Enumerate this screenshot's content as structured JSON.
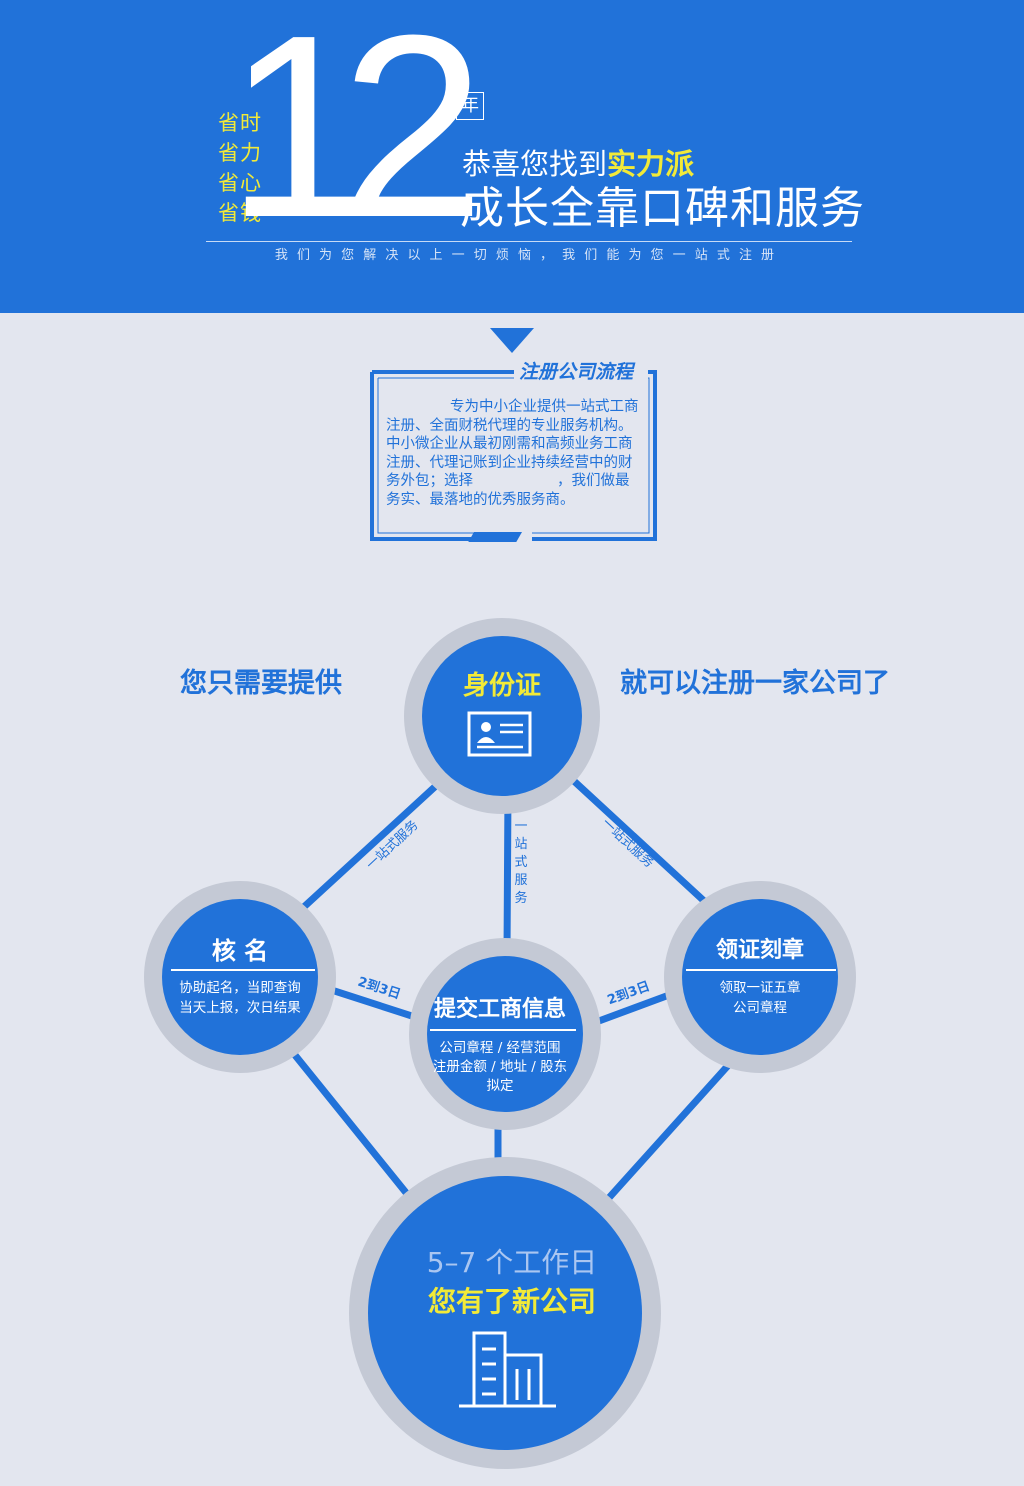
{
  "hero": {
    "side_words": [
      "省时",
      "省力",
      "省心",
      "省钱"
    ],
    "number": "12",
    "unit": "年",
    "tagline_prefix": "恭喜您找到",
    "tagline_highlight": "实力派",
    "headline": "成长全靠口碑和服务",
    "subline": "我们为您解决以上一切烦恼，我们能为您一站式注册"
  },
  "intro": {
    "title": "注册公司流程",
    "text_before": "专为中小企业提供一站式工商注册、全面财税代理的专业服务机构。中小微企业从最初刚需和高频业务工商注册、代理记账到企业持续经营中的财务外包；选择",
    "text_after": "，我们做最务实、最落地的优秀服务商。"
  },
  "diagram": {
    "lead_left": "您只需要提供",
    "lead_right": "就可以注册一家公司了",
    "id_node": {
      "title": "身份证",
      "icon": "id-card-icon"
    },
    "name_node": {
      "title": "核 名",
      "lines": [
        "协助起名，当即查询",
        "当天上报，次日结果"
      ]
    },
    "submit_node": {
      "title": "提交工商信息",
      "lines": [
        "公司章程 / 经营范围",
        "注册金额 / 地址 / 股东",
        "拟定"
      ]
    },
    "seal_node": {
      "title": "领证刻章",
      "lines": [
        "领取一证五章",
        "公司章程"
      ]
    },
    "final_node": {
      "days": "5–7 个工作日",
      "result": "您有了新公司",
      "icon": "building-icon"
    },
    "edge_label_one_stop": "一站式服务",
    "edge_chars_one_stop": [
      "一",
      "站",
      "式",
      "服",
      "务"
    ],
    "edge_label_days": "2到3日",
    "colors": {
      "blue": "#2172d9",
      "ring": "#c4c9d5",
      "yellow": "#f2ea38",
      "background": "#e3e6ef"
    }
  }
}
